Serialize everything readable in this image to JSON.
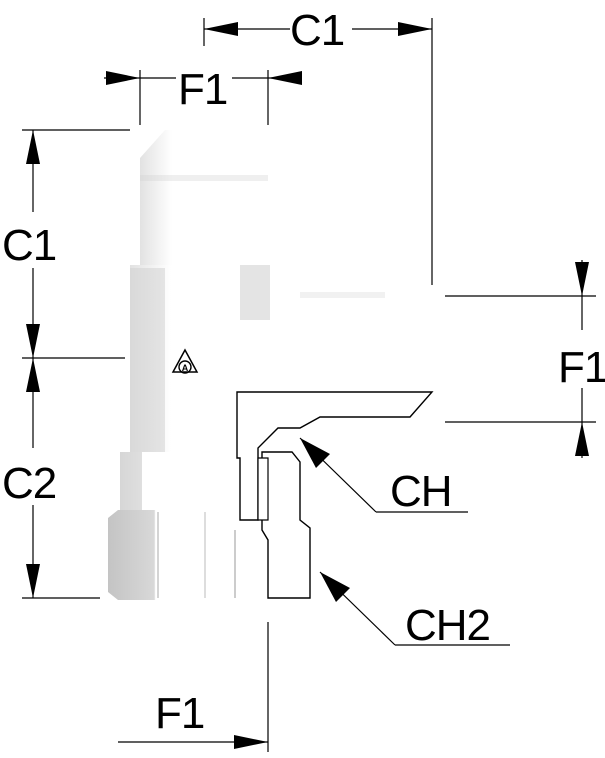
{
  "labels": {
    "c1_top": "C1",
    "f1_top": "F1",
    "c1_left": "C1",
    "c2_left": "C2",
    "f1_right": "F1",
    "ch": "CH",
    "ch2": "CH2",
    "f1_bottom": "F1"
  },
  "logo": {
    "mark": "A"
  }
}
